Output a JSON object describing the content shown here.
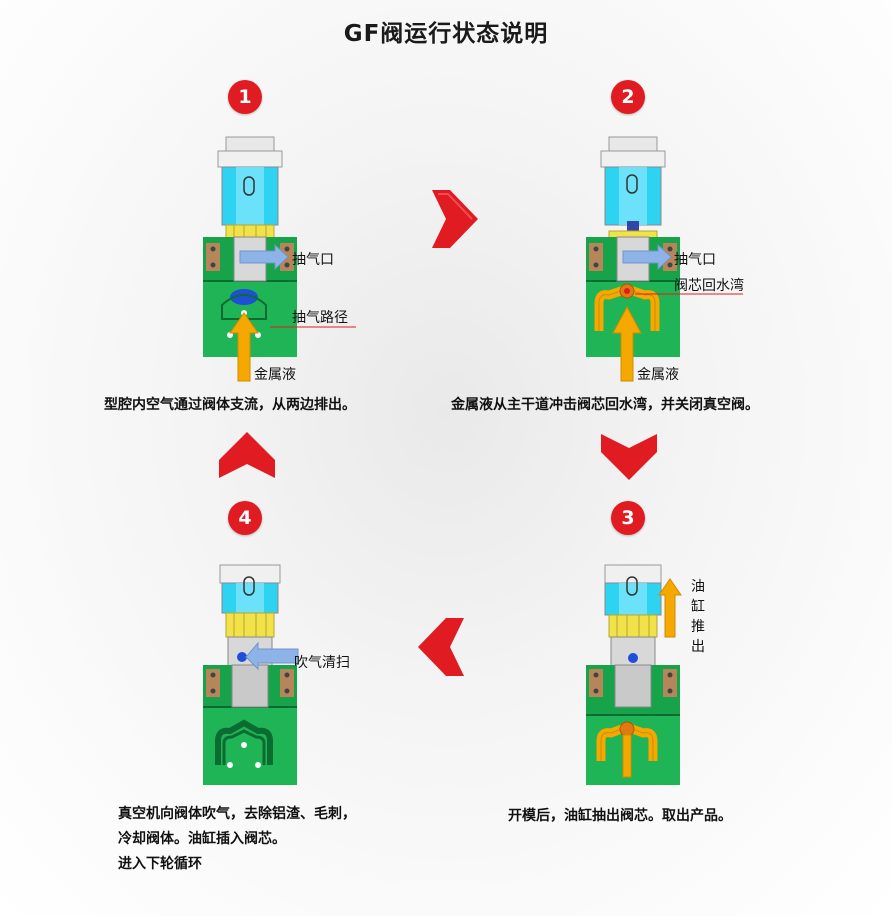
{
  "title": "GF阀运行状态说明",
  "steps": [
    {
      "number": "1",
      "labels": {
        "exhaust_port": "抽气口",
        "exhaust_path": "抽气路径",
        "metal_liquid": "金属液"
      },
      "caption": "型腔内空气通过阀体支流，从两边排出。"
    },
    {
      "number": "2",
      "labels": {
        "exhaust_port": "抽气口",
        "valve_core_bend": "阀芯回水湾",
        "metal_liquid": "金属液"
      },
      "caption": "金属液从主干道冲击阀芯回水湾，并关闭真空阀。"
    },
    {
      "number": "3",
      "labels": {
        "cylinder_pushout": "油缸推出"
      },
      "caption": "开模后，油缸抽出阀芯。取出产品。"
    },
    {
      "number": "4",
      "labels": {
        "blow_clean": "吹气清扫"
      },
      "caption_lines": [
        "真空机向阀体吹气，去除铝渣、毛刺，",
        "冷却阀体。油缸插入阀芯。",
        "进入下轮循环"
      ]
    }
  ],
  "colors": {
    "accent_red": "#e11b22",
    "mold_green": "#16a34a",
    "glass_cyan": "#2fd3f2",
    "arrow_orange": "#f5a800",
    "arrow_blue": "#8db3e8"
  }
}
